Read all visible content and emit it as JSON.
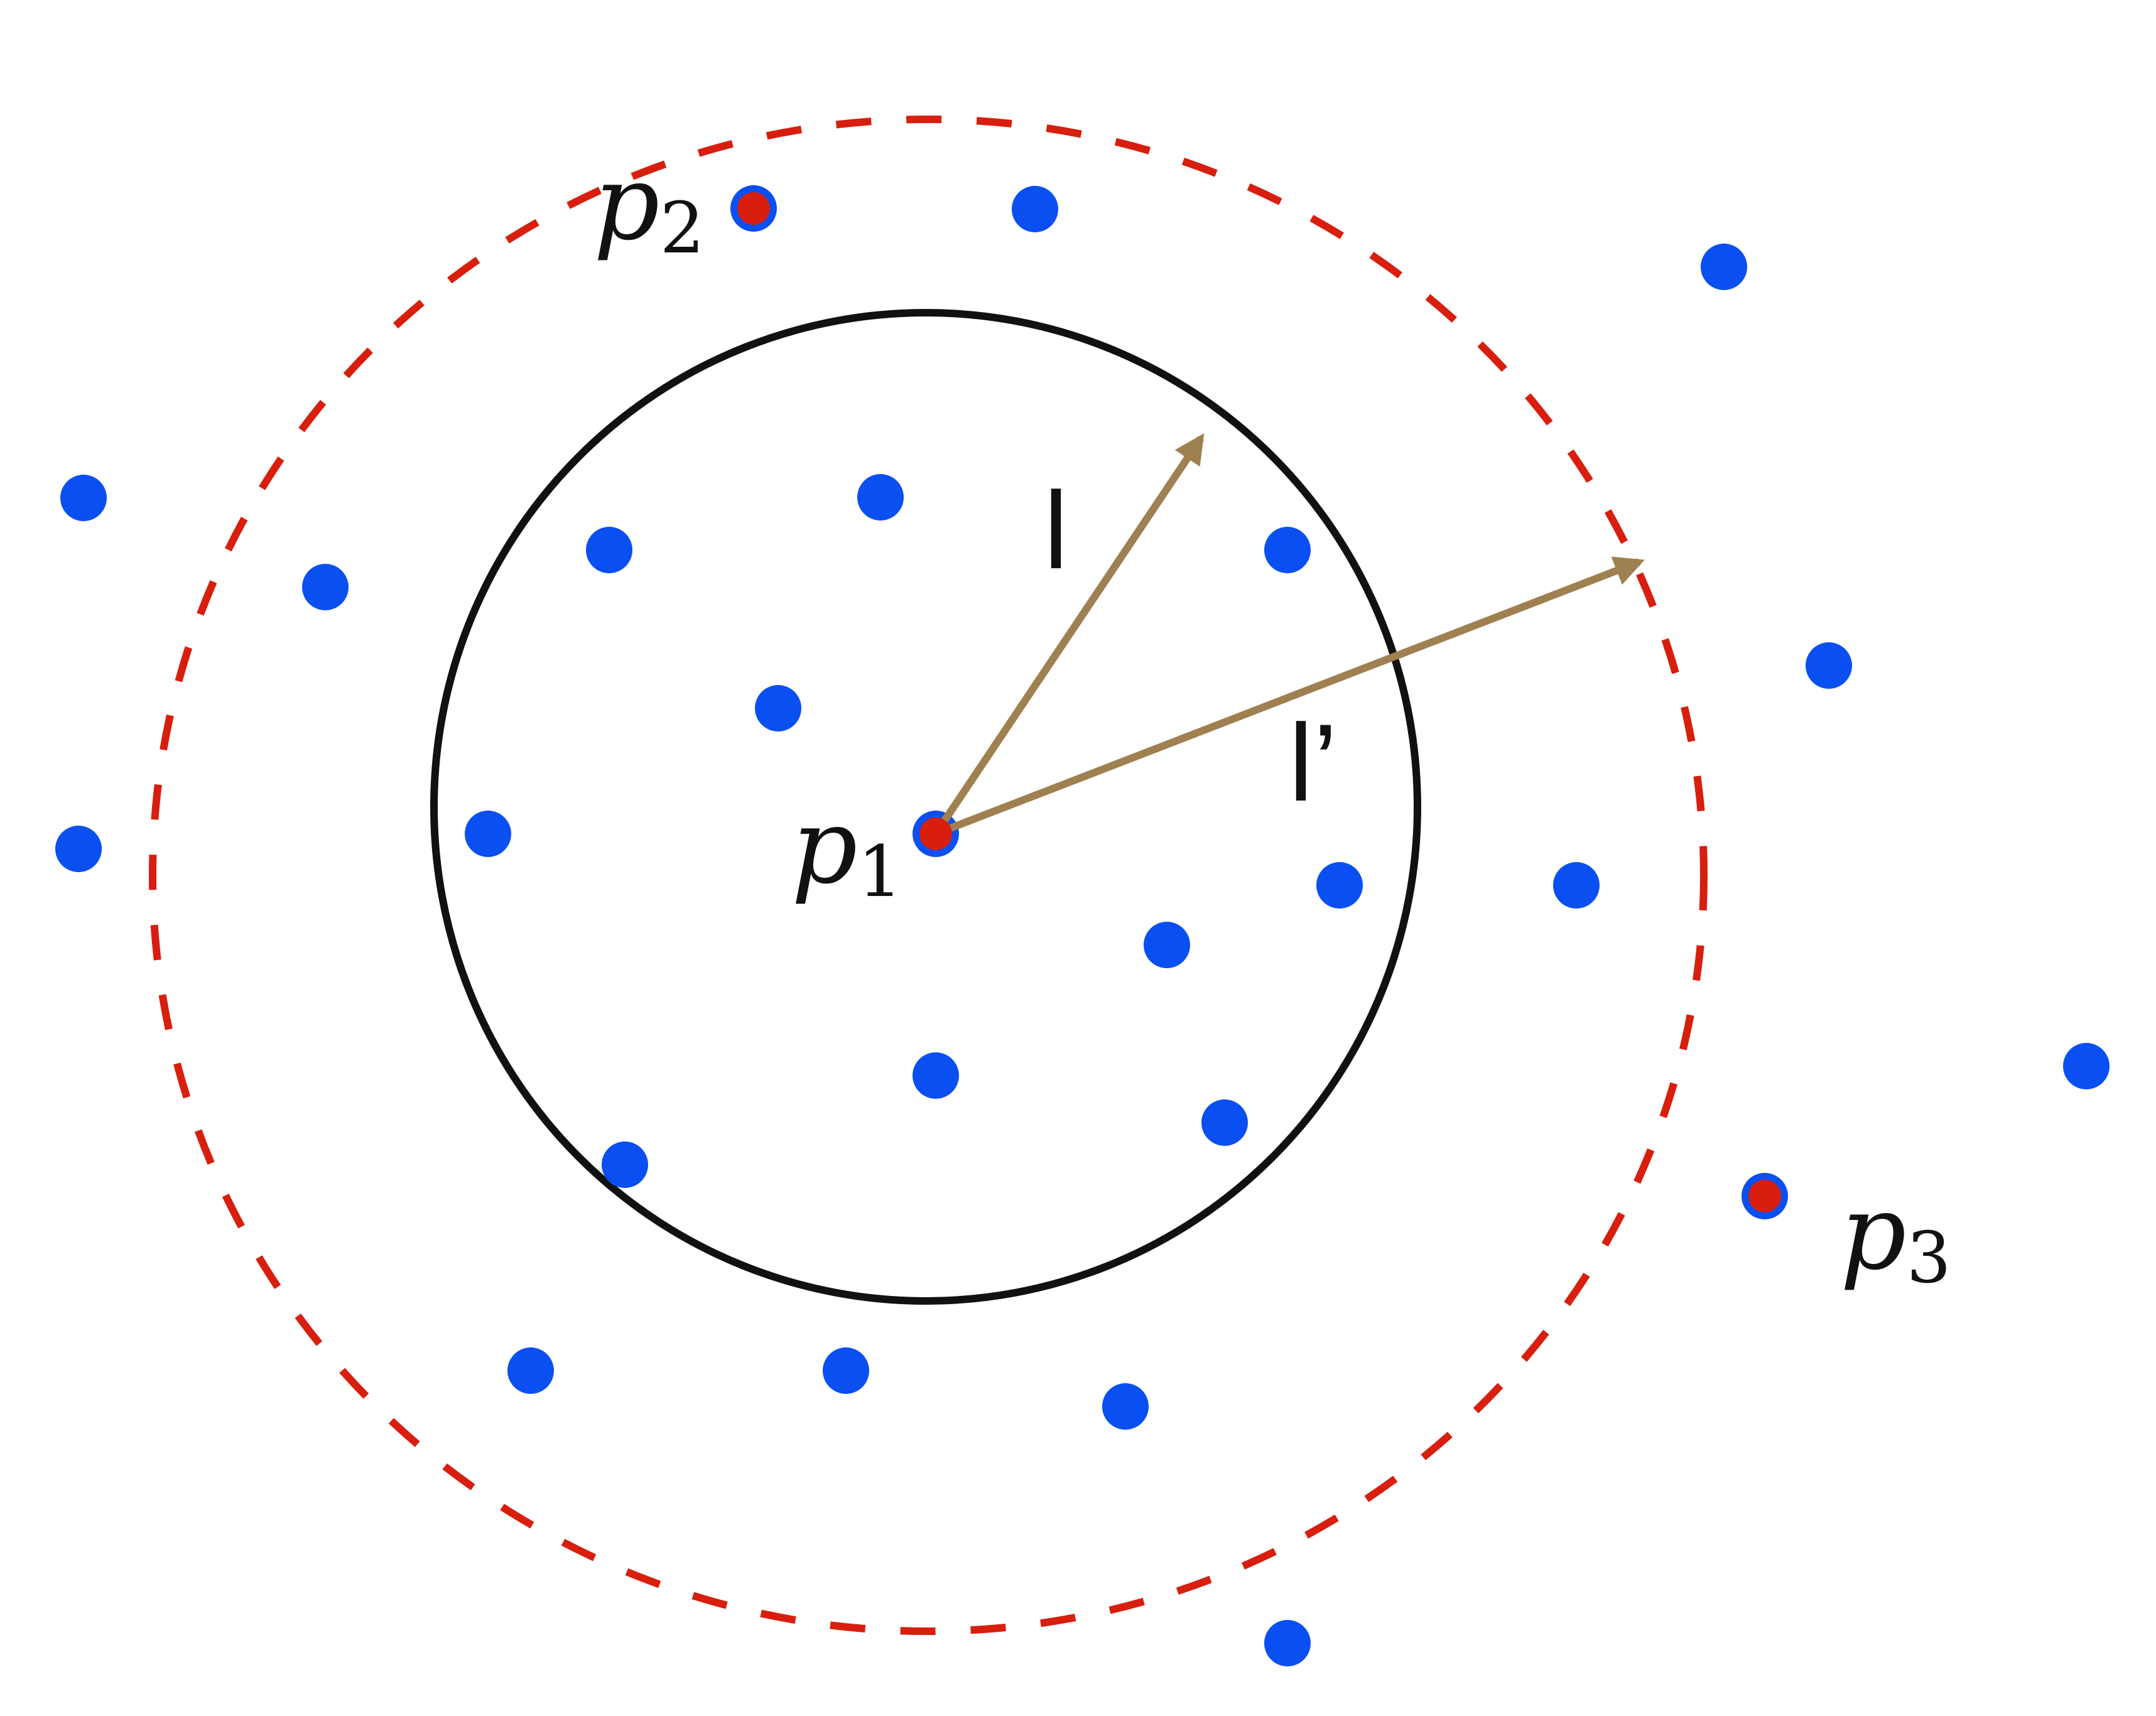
{
  "colors": {
    "background": "#ffffff",
    "point": "#0a4ff2",
    "highlight": "#d81e0d",
    "inner_circle": "#111111",
    "outer_circle": "#d81e0d",
    "arrow": "#9f8050"
  },
  "labels": {
    "p1": {
      "base": "p",
      "sub": "1"
    },
    "p2": {
      "base": "p",
      "sub": "2"
    },
    "p3": {
      "base": "p",
      "sub": "3"
    },
    "radius_inner": "l",
    "radius_outer": "l’"
  }
}
